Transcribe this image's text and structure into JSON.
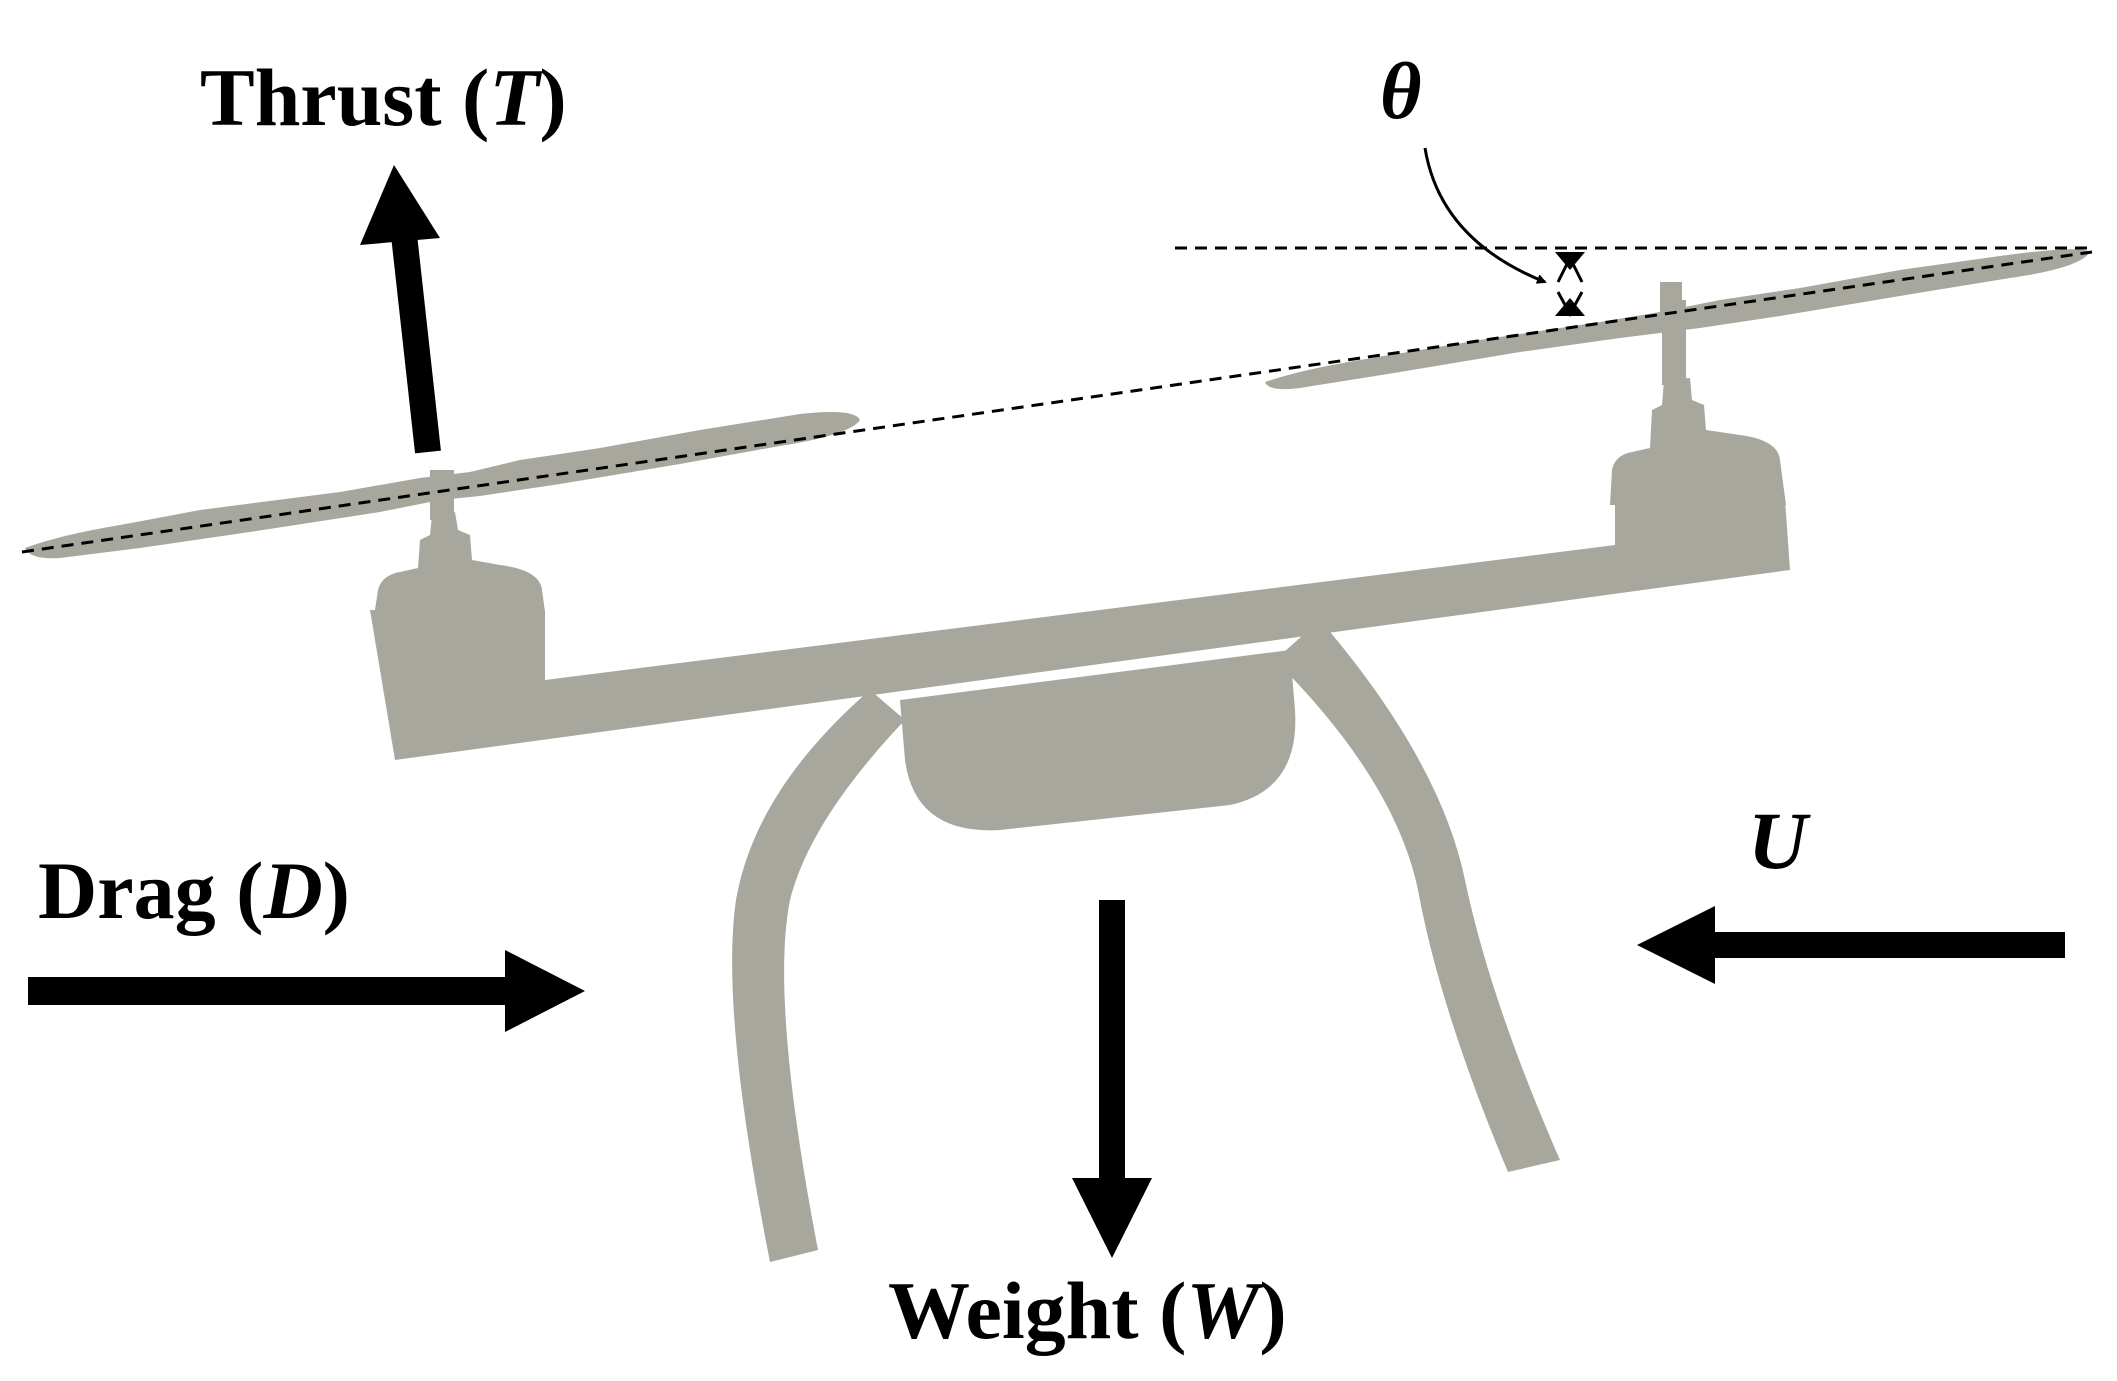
{
  "labels": {
    "thrust": {
      "name": "Thrust",
      "open": " (",
      "symbol": "T",
      "close": ")"
    },
    "drag": {
      "name": "Drag",
      "open": " (",
      "symbol": "D",
      "close": ")"
    },
    "weight": {
      "name": "Weight",
      "open": " (",
      "symbol": "W",
      "close": ")"
    },
    "velocity": {
      "symbol": "U"
    },
    "angle": {
      "symbol": "θ"
    }
  },
  "colors": {
    "body": "#a8a79e",
    "arrows": "#000000",
    "background": "#ffffff"
  },
  "icons": {
    "drone": "quadcopter-side-view",
    "thrust": "arrow-up",
    "drag": "arrow-right",
    "weight": "arrow-down",
    "velocity": "arrow-left",
    "angle": "curved-pointer-arrow"
  }
}
